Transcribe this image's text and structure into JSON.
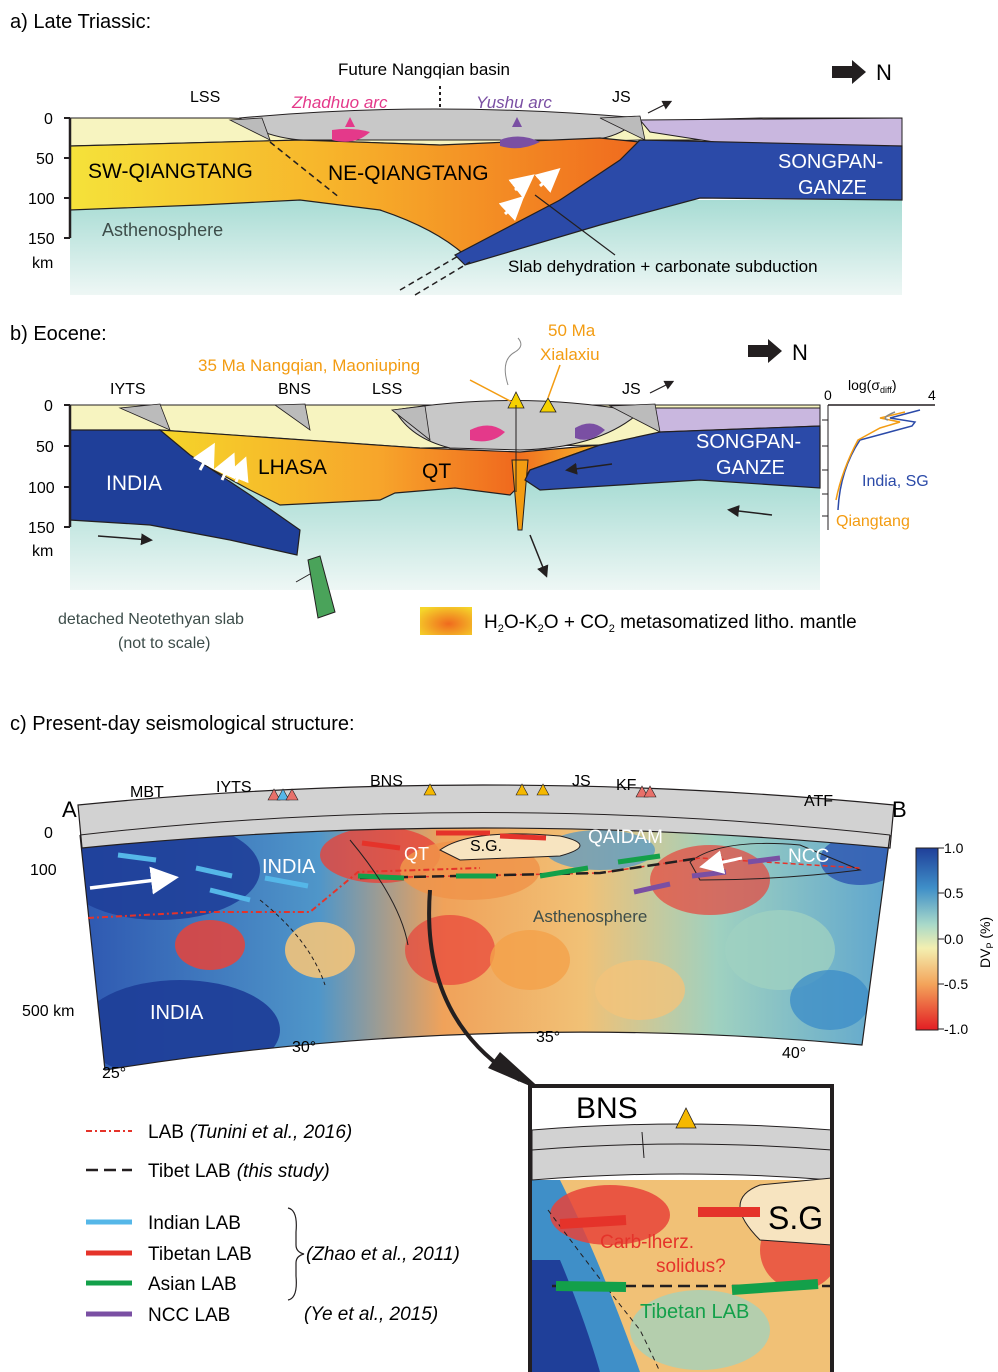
{
  "panel_a": {
    "title": "a) Late Triassic:",
    "future_basin": "Future Nangqian basin",
    "north": "N",
    "lss": "LSS",
    "js": "JS",
    "zhadhuo": "Zhadhuo arc",
    "yushu": "Yushu arc",
    "sw_qiangtang": "SW-QIANGTANG",
    "ne_qiangtang": "NE-QIANGTANG",
    "songpan_1": "SONGPAN-",
    "songpan_2": "GANZE",
    "asthenosphere": "Asthenosphere",
    "slab_note": "Slab dehydration + carbonate subduction",
    "depth_ticks": [
      "0",
      "50",
      "100",
      "150"
    ],
    "depth_unit": "km"
  },
  "panel_b": {
    "title": "b) Eocene:",
    "ma50_1": "50 Ma",
    "ma50_2": "Xialaxiu",
    "ma35": "35 Ma Nangqian, Maoniuping",
    "north": "N",
    "iyts": "IYTS",
    "bns": "BNS",
    "lss": "LSS",
    "js": "JS",
    "india": "INDIA",
    "lhasa": "LHASA",
    "qt": "QT",
    "songpan_1": "SONGPAN-",
    "songpan_2": "GANZE",
    "depth_ticks": [
      "0",
      "50",
      "100",
      "150"
    ],
    "depth_unit": "km",
    "detached_1": "detached Neotethyan slab",
    "detached_2": "(not to scale)",
    "legend_metasomatized": "metasomatized litho. mantle",
    "inset": {
      "xlabel_prefix": "log(",
      "xlabel_sigma": "σ",
      "xlabel_sub": "diff",
      "xlabel_suffix": ")",
      "tick_min": "0",
      "tick_max": "4",
      "india_sg": "India, SG",
      "qiangtang": "Qiangtang"
    }
  },
  "panel_c": {
    "title": "c) Present-day seismological structure:",
    "a": "A",
    "b": "B",
    "mbt": "MBT",
    "iyts": "IYTS",
    "bns": "BNS",
    "js": "JS",
    "kf": "KF",
    "atf": "ATF",
    "india_top": "INDIA",
    "india_bottom": "INDIA",
    "qt": "QT",
    "sg": "S.G.",
    "qaidam": "QAIDAM",
    "ncc": "NCC",
    "asthenosphere": "Asthenosphere",
    "depth_0": "0",
    "depth_100": "100",
    "depth_500": "500 km",
    "lat_ticks": [
      "25°",
      "30°",
      "35°",
      "40°"
    ],
    "colorbar": {
      "ticks": [
        "1.0",
        "0.5",
        "0.0",
        "-0.5",
        "-1.0"
      ],
      "label": "DV",
      "label_sub": "P",
      "label_unit": "(%)"
    }
  },
  "legend": {
    "lab_tunini": "LAB",
    "lab_tunini_ref": "(Tunini et al., 2016)",
    "tibet_lab": "Tibet LAB",
    "tibet_lab_ref": "(this study)",
    "indian_lab": "Indian LAB",
    "tibetan_lab": "Tibetan LAB",
    "asian_lab": "Asian LAB",
    "ncc_lab": "NCC LAB",
    "zhao_ref": "(Zhao et al., 2011)",
    "ye_ref": "(Ye et al., 2015)"
  },
  "zoom": {
    "bns": "BNS",
    "sg": "S.G",
    "carb_1": "Carb-lherz.",
    "carb_2": "solidus?",
    "tibetan_lab": "Tibetan LAB"
  },
  "colors": {
    "deep_blue": "#1f3f99",
    "songpan_blue": "#2b4aa8",
    "red_lab": "#e5332a",
    "green_lab": "#13a04a",
    "blue_lab": "#55b7e8",
    "purple_lab": "#7a4fa3",
    "orange_text": "#f39c12",
    "magenta_text": "#e4398a",
    "purple_text": "#7a4fa3"
  }
}
